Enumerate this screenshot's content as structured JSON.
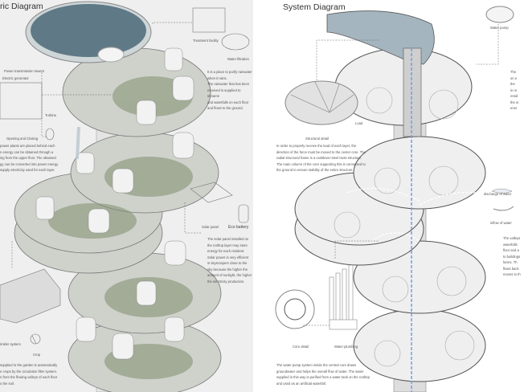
{
  "left_panel": {
    "title": "ric Diagram",
    "labels": {
      "power_towers": "Power transmission towers",
      "generator": "Electric generator",
      "turbine": "Turbine",
      "opening": "Opening and Closing",
      "treatment": "Treatment facility",
      "filtration": "Water filtration",
      "solar": "Solar panel",
      "battery": "Eco battery",
      "sprinkler": "rinkler system",
      "crop": "Crop"
    },
    "paragraphs": {
      "power": [
        "power plants are placed behind each",
        "n energy can be obtained through a",
        "ing from the upper floor. The obtained",
        "gy can be converted into power energy",
        "supply electricity used for each layer."
      ],
      "rainwater": [
        "It is a place to purify rainwater",
        "when it rains.",
        "The rainwater that has been",
        "received is supplied to streams",
        "and waterfalls on each floor",
        "and flows to the ground."
      ],
      "solar": [
        "The solar panel installed on",
        "the rooftop layer may store",
        "energy for each resident.",
        "Solar power is very efficient",
        "in skyscrapers close to the",
        "sky because the higher the",
        "amount of sunlight, the higher",
        "the electricity production."
      ],
      "garden": [
        "supplied to the garden is automatically",
        "e crops by the circulation filter system.",
        "n from the flowing valleys of each floor",
        "o the soil."
      ]
    }
  },
  "right_panel": {
    "title": "System Diagram",
    "labels": {
      "pump": "Water pump",
      "load": "Load",
      "structural": "Structural detail",
      "discharge": "discharge of water",
      "inflow": "inflow of water",
      "core": "Core detail",
      "plumbing": "Water plumbing"
    },
    "paragraphs": {
      "structure": [
        "In order to properly receive the load of each layer, the",
        "direction of the force must be moved to the center core. The",
        "radial structural frame is a cantilever steel truss structure.",
        "The main column of the core supporting this is connected to",
        "the ground to ensure stability of the entire structure."
      ],
      "pump_text": [
        "The",
        "on e",
        "the",
        "in re",
        "resid",
        "the w",
        "ener"
      ],
      "valleys": [
        "The valleys",
        "waterfalls",
        "floor and a",
        "to buildings",
        "farms. Th",
        "flows back",
        "moves to th"
      ],
      "water": [
        "The water pump system inside the central core draws",
        "groundwater and helps the overall flow of water. The water",
        "supplied in this way is purified from a water tank on the rooftop",
        "and used as an artificial waterfall."
      ]
    }
  },
  "colors": {
    "water": "#5f7a86",
    "disk": "#d9dad6",
    "green": "#8a9a78",
    "flow": "#6fa0dc"
  }
}
